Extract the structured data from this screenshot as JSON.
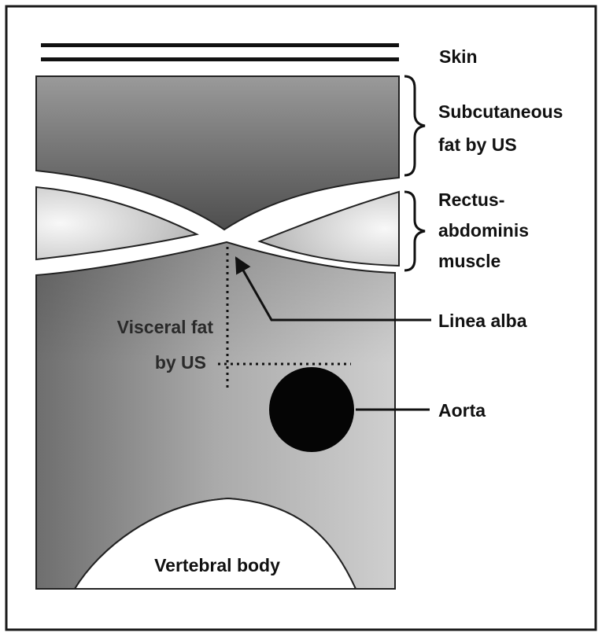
{
  "labels": {
    "skin": "Skin",
    "subcutaneous_line1": "Subcutaneous",
    "subcutaneous_line2": "fat by US",
    "rectus_line1": "Rectus-",
    "rectus_line2": "abdominis",
    "rectus_line3": "muscle",
    "linea_alba": "Linea alba",
    "aorta": "Aorta",
    "visceral_line1": "Visceral fat",
    "visceral_line2": "by US",
    "vertebral_body": "Vertebral body"
  }
}
